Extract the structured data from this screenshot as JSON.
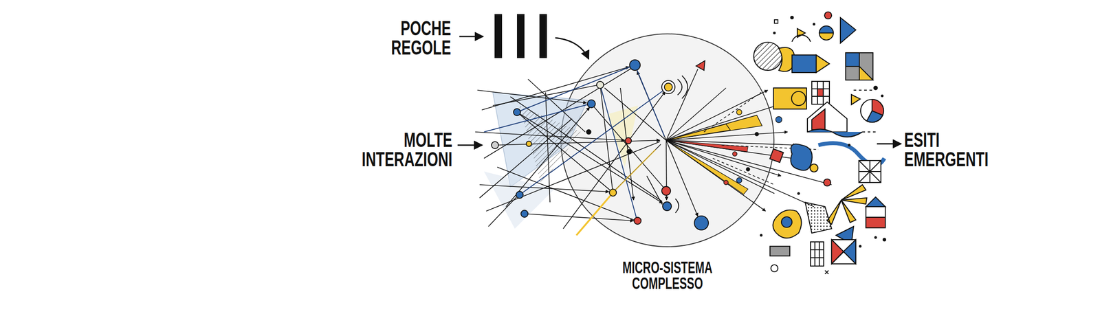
{
  "diagram": {
    "nodes": [
      {
        "text": [
          "MICRO-SISTEMA COMPLESSO"
        ]
      }
    ],
    "labels": [
      "POCHE REGOLE",
      "MOLTE INTERAZIONI",
      "ESITI EMERGENTI"
    ]
  }
}
